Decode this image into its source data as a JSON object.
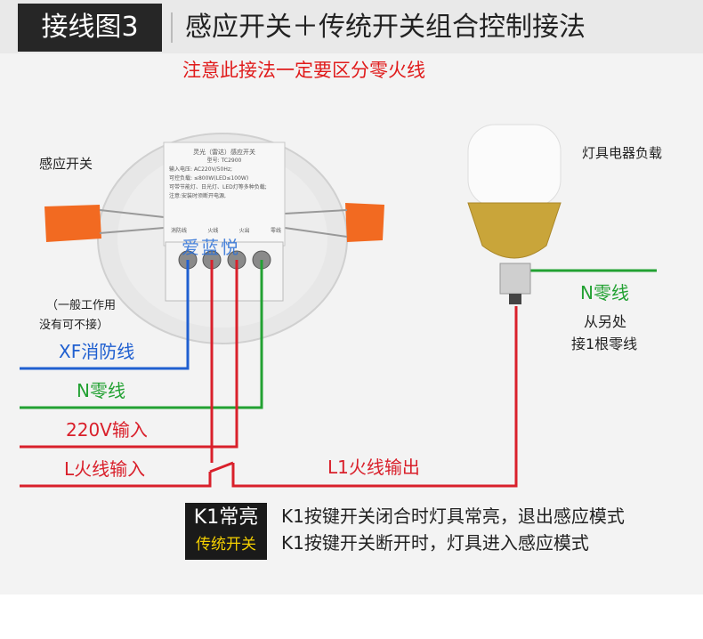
{
  "header": {
    "tag": "接线图3",
    "title": "感应开关＋传统开关组合控制接法"
  },
  "warning": "注意此接法一定要区分零火线",
  "sensor_label": "感应开关",
  "lamp_label": "灯具电器负载",
  "xf_note": [
    "（一般工作用",
    "没有可不接）"
  ],
  "watermark": "爱蓝悦",
  "wires": {
    "xf": "XF消防线",
    "n": "N零线",
    "v220": "220V输入",
    "l": "L火线输入",
    "l1": "L1火线输出",
    "n_right": "N零线",
    "n_right_note": [
      "从另处",
      "接1根零线"
    ]
  },
  "k1": {
    "top": "K1常亮",
    "bottom": "传统开关",
    "desc_closed": "K1按键开关闭合时灯具常亮，退出感应模式",
    "desc_open": "K1按键开关断开时，灯具进入感应模式"
  },
  "device_text": {
    "name": "灵光（雷达）感应开关",
    "model": "型号: TC2900",
    "spec1": "输入电压: AC220V/50Hz;",
    "spec2": "可控负载: ≤800W(LED≤100W)",
    "spec3": "可带节能灯、日光灯、LED灯等多种负载;",
    "spec4": "注意:安装时须断开电源,",
    "terminals": [
      "消防线",
      "火线",
      "火出",
      "零线"
    ]
  },
  "colors": {
    "red": "#d9202b",
    "green": "#22a132",
    "blue": "#1f5fd0",
    "orange": "#f26a21",
    "gold": "#c9a53a"
  }
}
